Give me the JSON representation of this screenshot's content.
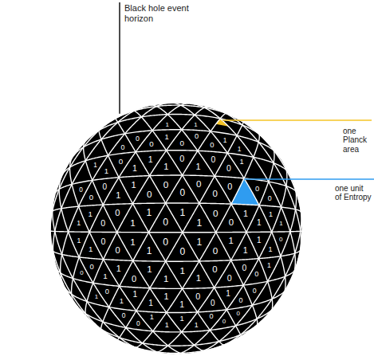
{
  "diagram": {
    "labels": [
      "Black hole event horizon",
      "one Planck area",
      "one unit of Entropy",
      "0",
      "1",
      "0",
      "1",
      "0",
      "1",
      "1",
      "0",
      "1",
      "0",
      "1",
      "0",
      "1",
      "0",
      "0",
      "1",
      "0",
      "1",
      "0",
      "1",
      "0",
      "1",
      "1",
      "0",
      "1",
      "0",
      "1",
      "0",
      "1",
      "0",
      "1",
      "0",
      "1",
      "0",
      "1",
      "1",
      "0",
      "1",
      "0",
      "1",
      "0",
      "1",
      "0",
      "1",
      "0",
      "1",
      "0",
      "0",
      "1",
      "0",
      "1",
      "0",
      "1",
      "1",
      "0",
      "1",
      "0",
      "1",
      "0",
      "1",
      "0",
      "1",
      "0",
      "1",
      "0",
      "1",
      "1",
      "0",
      "1",
      "0",
      "1",
      "0",
      "0",
      "1",
      "0",
      "1",
      "0",
      "1",
      "0",
      "1",
      "0",
      "1",
      "0",
      "1",
      "1",
      "0",
      "1",
      "0",
      "1",
      "0",
      "1",
      "0",
      "1",
      "0",
      "1",
      "0",
      "1",
      "0",
      "0",
      "1"
    ]
  }
}
